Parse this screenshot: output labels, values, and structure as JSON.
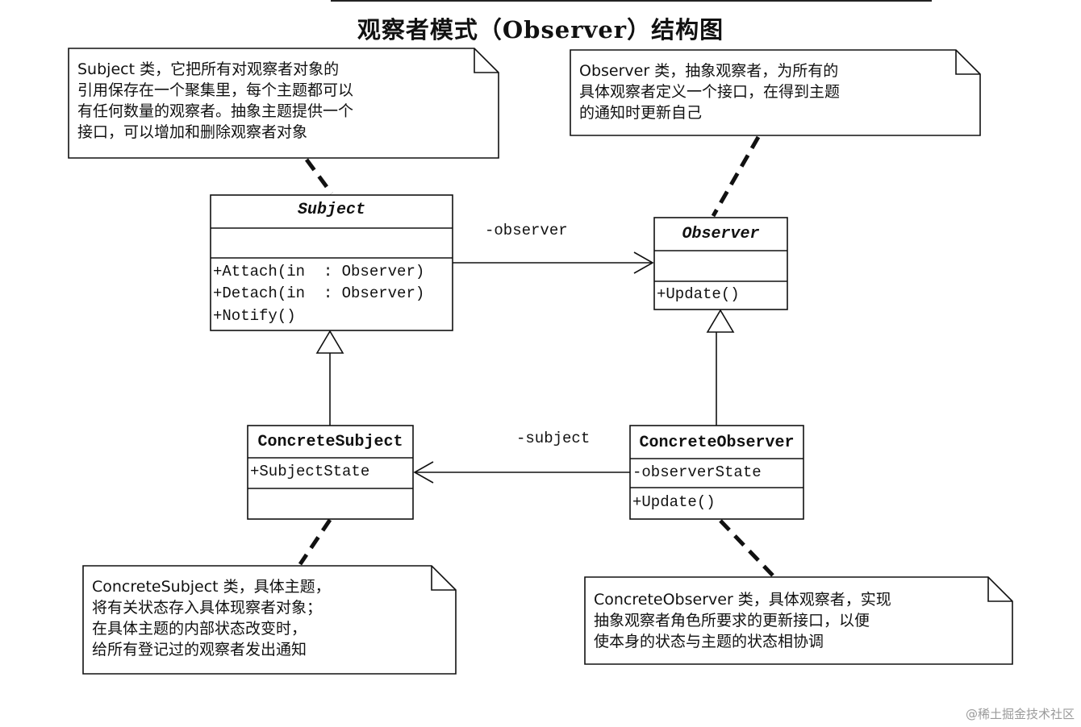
{
  "title": "观察者模式（Observer）结构图",
  "notes": {
    "subject": [
      "Subject 类，它把所有对观察者对象的",
      "引用保存在一个聚集里，每个主题都可以",
      "有任何数量的观察者。抽象主题提供一个",
      "接口，可以增加和删除观察者对象"
    ],
    "observer": [
      "Observer 类，抽象观察者，为所有的",
      "具体观察者定义一个接口，在得到主题",
      "的通知时更新自己"
    ],
    "concrete_subject": [
      "ConcreteSubject 类，具体主题，",
      "将有关状态存入具体现察者对象；",
      "在具体主题的内部状态改变时，",
      "给所有登记过的观察者发出通知"
    ],
    "concrete_observer": [
      "ConcreteObserver 类，具体观察者，实现",
      "抽象观察者角色所要求的更新接口，以便",
      "使本身的状态与主题的状态相协调"
    ]
  },
  "classes": {
    "subject": {
      "name": "Subject",
      "methods": [
        "+Attach(in  : Observer)",
        "+Detach(in  : Observer)",
        "+Notify()"
      ]
    },
    "observer": {
      "name": "Observer",
      "methods": [
        "+Update()"
      ]
    },
    "concrete_subject": {
      "name": "ConcreteSubject",
      "attributes": [
        "+SubjectState"
      ]
    },
    "concrete_observer": {
      "name": "ConcreteObserver",
      "attributes": [
        "-observerState"
      ],
      "methods": [
        "+Update()"
      ]
    }
  },
  "associations": {
    "subject_to_observer": "-observer",
    "observer_to_subject": "-subject"
  },
  "watermark": "@稀土掘金技术社区"
}
